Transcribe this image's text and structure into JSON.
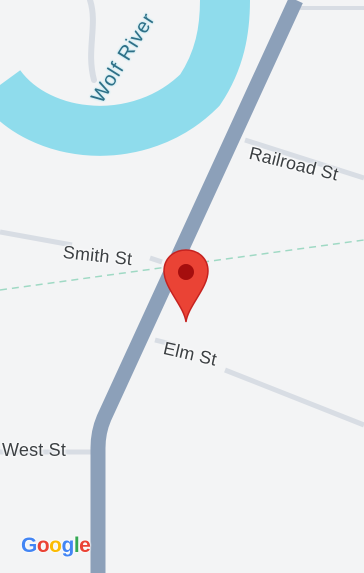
{
  "map": {
    "water": {
      "name": "Wolf River",
      "color": "#8fdcec"
    },
    "streets": {
      "railroad": "Railroad St",
      "smith": "Smith St",
      "elm": "Elm St",
      "west": "West St"
    },
    "colors": {
      "land": "#f3f4f5",
      "highway": "#8ca0b9",
      "minor_road": "#d8dde4",
      "rail_dash": "#9fd9c4",
      "pin": "#ea4335",
      "pin_center": "#a50e0e"
    },
    "marker_icon": "map-pin-icon",
    "attribution": {
      "letters": [
        "G",
        "o",
        "o",
        "g",
        "l",
        "e"
      ],
      "colors": [
        "#4285f4",
        "#ea4335",
        "#fbbc05",
        "#4285f4",
        "#34a853",
        "#ea4335"
      ]
    }
  }
}
